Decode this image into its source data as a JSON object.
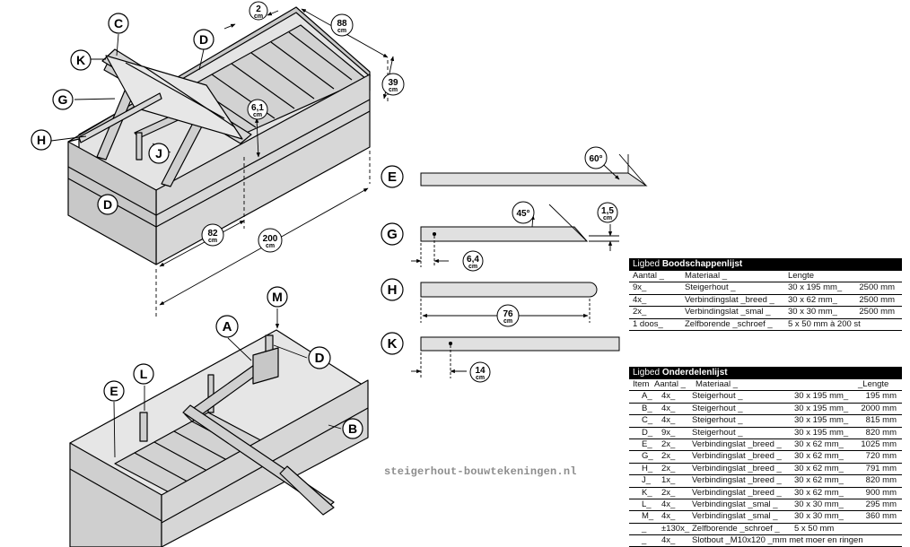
{
  "callouts": {
    "C": "C",
    "K": "K",
    "G": "G",
    "H": "H",
    "J": "J",
    "D": "D",
    "D2": "D",
    "A": "A",
    "M": "M",
    "L": "L",
    "E": "E",
    "B": "B",
    "Ebar": "E",
    "Gbar": "G",
    "Hbar": "H",
    "Kbar": "K"
  },
  "dimensions": {
    "d2": {
      "v": "2",
      "u": "cm"
    },
    "d88": {
      "v": "88",
      "u": "cm"
    },
    "d39": {
      "v": "39",
      "u": "cm"
    },
    "d61": {
      "v": "6,1",
      "u": "cm"
    },
    "d82": {
      "v": "82",
      "u": "cm"
    },
    "d200": {
      "v": "200",
      "u": "cm"
    },
    "d15": {
      "v": "1,5",
      "u": "cm"
    },
    "d64": {
      "v": "6,4",
      "u": "cm"
    },
    "d76": {
      "v": "76",
      "u": "cm"
    },
    "d14": {
      "v": "14",
      "u": "cm"
    }
  },
  "angles": {
    "a60": "60°",
    "a45": "45°"
  },
  "watermark": "steigerhout-bouwtekeningen.nl",
  "shopping": {
    "title_prefix": "Ligbed",
    "title": "Boodschappenlijst",
    "col_aantal": "Aantal _",
    "col_materiaal": "Materiaal _",
    "col_lengte": "Lengte",
    "rows": [
      {
        "aantal": "9x_",
        "materiaal": "Steigerhout _",
        "maat": "30 x 195 mm_",
        "lengte": "2500 mm"
      },
      {
        "aantal": "4x_",
        "materiaal": "Verbindingslat _breed _",
        "maat": "30 x 62 mm_",
        "lengte": "2500 mm"
      },
      {
        "aantal": "2x_",
        "materiaal": "Verbindingslat _smal _",
        "maat": "30 x 30 mm_",
        "lengte": "2500 mm"
      },
      {
        "aantal": "1 doos_",
        "materiaal": "Zelfborende _schroef _",
        "maat": "5 x 50 mm à 200 st",
        "lengte": ""
      }
    ]
  },
  "parts": {
    "title_prefix": "Ligbed",
    "title": "Onderdelenlijst",
    "col_item": "Item",
    "col_aantal": "Aantal _",
    "col_materiaal": "Materiaal _",
    "col_lengte": "_Lengte",
    "rows": [
      {
        "item": "A_",
        "aantal": "4x_",
        "materiaal": "Steigerhout _",
        "maat": "30 x 195 mm_",
        "lengte": "195 mm"
      },
      {
        "item": "B_",
        "aantal": "4x_",
        "materiaal": "Steigerhout _",
        "maat": "30 x 195 mm_",
        "lengte": "2000 mm"
      },
      {
        "item": "C_",
        "aantal": "4x_",
        "materiaal": "Steigerhout _",
        "maat": "30 x 195 mm_",
        "lengte": "815 mm"
      },
      {
        "item": "D_",
        "aantal": "9x_",
        "materiaal": "Steigerhout _",
        "maat": "30 x 195 mm_",
        "lengte": "820 mm"
      },
      {
        "item": "E_",
        "aantal": "2x_",
        "materiaal": "Verbindingslat _breed _",
        "maat": "30 x 62 mm_",
        "lengte": "1025 mm"
      },
      {
        "item": "G_",
        "aantal": "2x_",
        "materiaal": "Verbindingslat _breed _",
        "maat": "30 x 62 mm_",
        "lengte": "720 mm"
      },
      {
        "item": "H_",
        "aantal": "2x_",
        "materiaal": "Verbindingslat _breed _",
        "maat": "30 x 62 mm_",
        "lengte": "791 mm"
      },
      {
        "item": "J_",
        "aantal": "1x_",
        "materiaal": "Verbindingslat _breed _",
        "maat": "30 x 62 mm_",
        "lengte": "820 mm"
      },
      {
        "item": "K_",
        "aantal": "2x_",
        "materiaal": "Verbindingslat _breed _",
        "maat": "30 x 62 mm_",
        "lengte": "900 mm"
      },
      {
        "item": "L_",
        "aantal": "4x_",
        "materiaal": "Verbindingslat _smal _",
        "maat": "30 x 30 mm_",
        "lengte": "295 mm"
      },
      {
        "item": "M_",
        "aantal": "4x_",
        "materiaal": "Verbindingslat _smal _",
        "maat": "30 x 30 mm_",
        "lengte": "360 mm"
      },
      {
        "item": "_",
        "aantal": "±130x_",
        "materiaal": "Zelfborende _schroef _",
        "maat": "5 x 50 mm",
        "lengte": ""
      },
      {
        "item": "_",
        "aantal": "4x_",
        "materiaal": "Slotbout _M10x120 _mm met moer en ringen",
        "maat": "",
        "lengte": ""
      }
    ]
  }
}
